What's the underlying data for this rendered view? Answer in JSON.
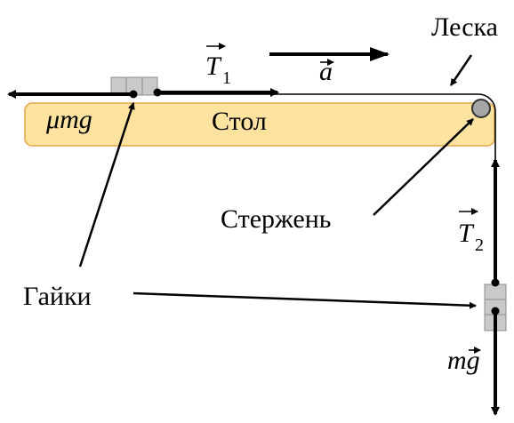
{
  "labels": {
    "table": "Стол",
    "line": "Леска",
    "rod": "Стержень",
    "nuts": "Гайки",
    "tension1": "T",
    "tension1_sub": "1",
    "tension2": "T",
    "tension2_sub": "2",
    "acceleration": "a",
    "friction_mu": "μ",
    "friction_mg": "mg",
    "gravity_m": "m",
    "gravity_g": "g"
  },
  "colors": {
    "table_fill": "#fde2a0",
    "table_stroke": "#e3a84a",
    "line": "#000000",
    "pulley_fill": "#a6a6a6",
    "nut_fill": "#c9c9c9",
    "nut_stroke": "#8c8c8c",
    "arrow": "#000000"
  },
  "icons": {
    "vector_arrow": "over-arrow",
    "pulley": "circle",
    "nut": "grey-block"
  }
}
